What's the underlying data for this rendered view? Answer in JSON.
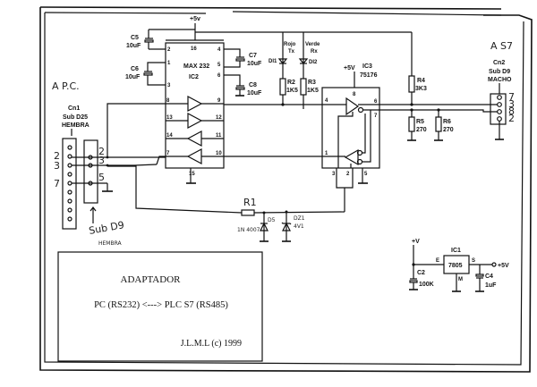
{
  "title_block": {
    "title": "ADAPTADOR",
    "subtitle": "PC (RS232) <---> PLC S7 (RS485)",
    "author": "J.L.M.L (c) 1999"
  },
  "side_labels": {
    "pc": "A P.C.",
    "s7": "A S7"
  },
  "supply": {
    "vcc_top": "+5v",
    "vcc_ic3": "+5V"
  },
  "ic2": {
    "name": "MAX 232",
    "ref": "IC2",
    "pins": {
      "p16": "16",
      "p2": "2",
      "p1": "1",
      "p3": "3",
      "p8": "8",
      "p13": "13",
      "p14": "14",
      "p7": "7",
      "p15": "15",
      "p4": "4",
      "p5": "5",
      "p6": "6",
      "p9": "9",
      "p12": "12",
      "p11": "11",
      "p10": "10"
    }
  },
  "ic3": {
    "ref": "IC3",
    "name": "75176",
    "pins": {
      "p8": "8",
      "p4": "4",
      "p6": "6",
      "p7": "7",
      "p1": "1",
      "p3": "3",
      "p2": "2",
      "p5": "5"
    }
  },
  "ic1": {
    "ref": "IC1",
    "name": "7805",
    "pin_in": "E",
    "pin_out": "S",
    "pin_gnd": "M",
    "vin": "+V",
    "vout": "+5V"
  },
  "capacitors": [
    {
      "ref": "C5",
      "value": "10uF"
    },
    {
      "ref": "C6",
      "value": "10uF"
    },
    {
      "ref": "C7",
      "value": "10uF"
    },
    {
      "ref": "C8",
      "value": "10uF"
    },
    {
      "ref": "C2",
      "value": "100K"
    },
    {
      "ref": "C4",
      "value": "1uF"
    }
  ],
  "resistors": [
    {
      "ref": "R2",
      "value": "1K5"
    },
    {
      "ref": "R3",
      "value": "1K5"
    },
    {
      "ref": "R4",
      "value": "3K3"
    },
    {
      "ref": "R5",
      "value": "270"
    },
    {
      "ref": "R6",
      "value": "270"
    },
    {
      "ref": "R1",
      "value": ""
    }
  ],
  "leds": [
    {
      "ref": "DI1",
      "color": "Rojo",
      "signal": "Tx"
    },
    {
      "ref": "DI2",
      "color": "Verde",
      "signal": "Rx"
    }
  ],
  "diodes": [
    {
      "ref": "D5",
      "value": "1N 4007"
    },
    {
      "ref": "DZ1",
      "value": "4V1"
    }
  ],
  "connectors": {
    "cn1": {
      "ref": "Cn1",
      "type": "Sub D25",
      "gender": "HEMBRA",
      "pins": [
        "2",
        "3",
        "7"
      ]
    },
    "db9_pc": {
      "type": "Sub D9",
      "gender": "HEMBRA",
      "pins": [
        "2",
        "3",
        "5"
      ]
    },
    "cn2": {
      "ref": "Cn2",
      "type": "Sub D9",
      "gender": "MACHO",
      "pins": [
        "7",
        "3",
        "8",
        "2"
      ]
    }
  }
}
